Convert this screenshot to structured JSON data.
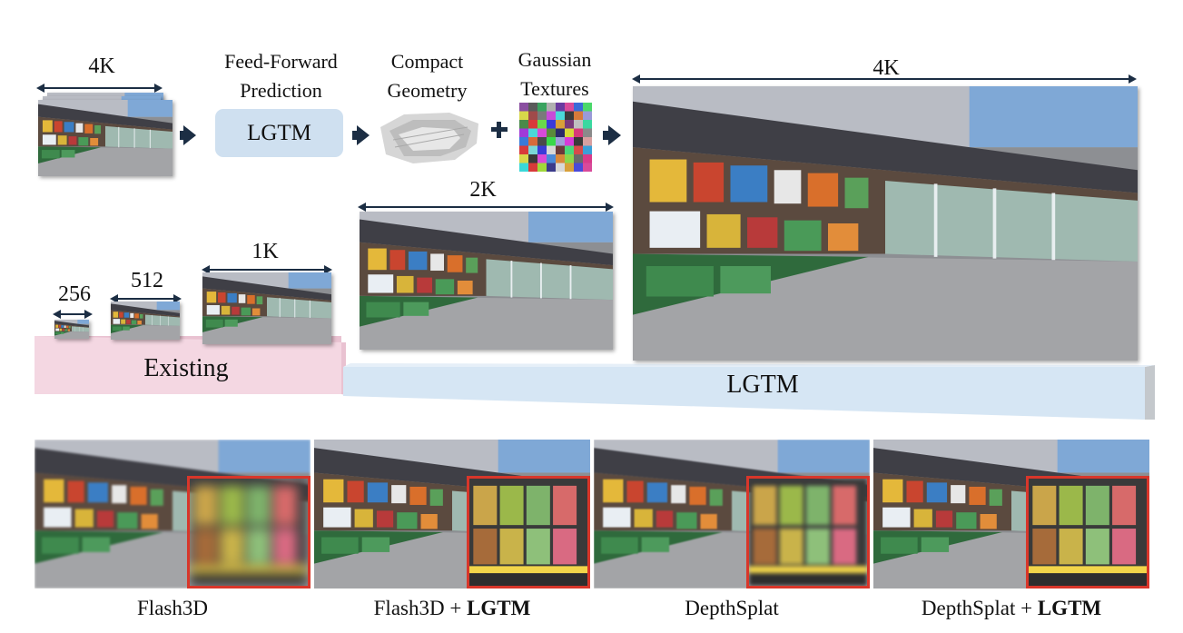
{
  "pipeline": {
    "input_resolution": "4K",
    "step1_label_line1": "Feed-Forward",
    "step1_label_line2": "Prediction",
    "model_box": "LGTM",
    "step2_label_line1": "Compact",
    "step2_label_line2": "Geometry",
    "step3_label_line1": "Gaussian",
    "step3_label_line2": "Textures",
    "output_resolution": "4K"
  },
  "scale": {
    "res_256": "256",
    "res_512": "512",
    "res_1k": "1K",
    "res_2k": "2K",
    "existing_label": "Existing",
    "lgtm_label": "LGTM"
  },
  "comparison": [
    {
      "name": "Flash3D",
      "suffix": ""
    },
    {
      "name": "Flash3D + ",
      "suffix": "LGTM"
    },
    {
      "name": "DepthSplat",
      "suffix": ""
    },
    {
      "name": "DepthSplat + ",
      "suffix": "LGTM"
    }
  ],
  "colors": {
    "existing_bar": "#f4d7e2",
    "lgtm_bar": "#d6e6f4",
    "model_box": "#cfe0f0",
    "arrow": "#1c2e44",
    "zoom_border": "#d8362a"
  }
}
